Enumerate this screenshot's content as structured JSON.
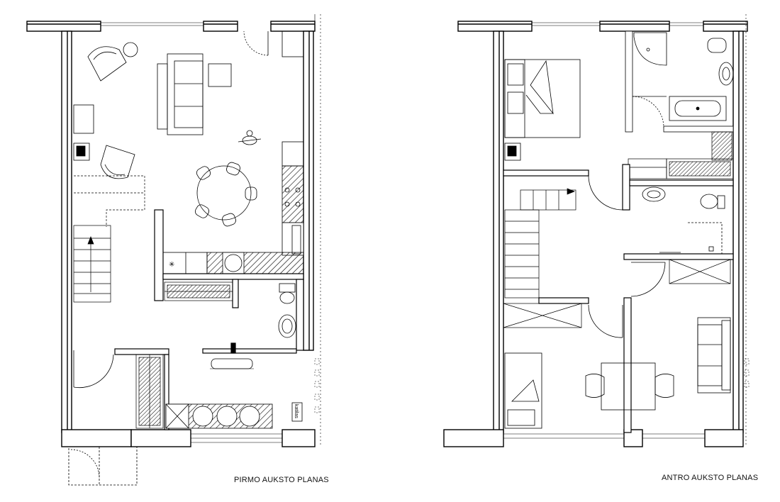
{
  "plans": {
    "ground_floor": {
      "title": "PIRMO AUKSTO PLANAS",
      "boiler_label": "katilas"
    },
    "first_floor": {
      "title": "ANTRO  AUKSTO PLANAS"
    }
  }
}
